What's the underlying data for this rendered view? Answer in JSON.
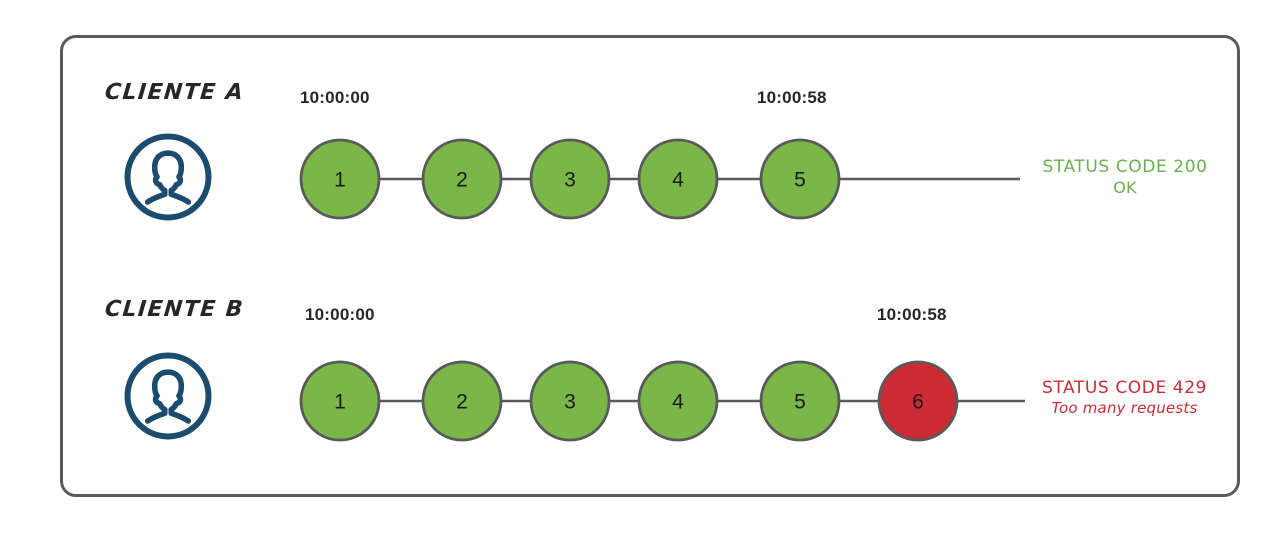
{
  "diagram": {
    "title_hidden": "",
    "colors": {
      "frame_border": "#5a5a5a",
      "node_green": "#7ab648",
      "node_red": "#cc2b35",
      "node_stroke": "#595959",
      "connector": "#595959",
      "avatar": "#1b4c6e",
      "status_ok": "#6ab04c",
      "status_error": "#cc2b35",
      "text_dark": "#262626"
    },
    "rows": [
      {
        "id": "client-a",
        "client_label": "CLIENTE A",
        "avatar_icon": "user-avatar-icon",
        "start_time": "10:00:00",
        "end_time": "10:00:58",
        "nodes": [
          {
            "label": "1",
            "state": "ok"
          },
          {
            "label": "2",
            "state": "ok"
          },
          {
            "label": "3",
            "state": "ok"
          },
          {
            "label": "4",
            "state": "ok"
          },
          {
            "label": "5",
            "state": "ok"
          }
        ],
        "status": {
          "line1": "STATUS CODE 200",
          "line2": "OK",
          "kind": "ok"
        }
      },
      {
        "id": "client-b",
        "client_label": "CLIENTE B",
        "avatar_icon": "user-avatar-icon",
        "start_time": "10:00:00",
        "end_time": "10:00:58",
        "nodes": [
          {
            "label": "1",
            "state": "ok"
          },
          {
            "label": "2",
            "state": "ok"
          },
          {
            "label": "3",
            "state": "ok"
          },
          {
            "label": "4",
            "state": "ok"
          },
          {
            "label": "5",
            "state": "ok"
          },
          {
            "label": "6",
            "state": "error"
          }
        ],
        "status": {
          "line1": "STATUS CODE 429",
          "line2": "Too many requests",
          "kind": "error"
        }
      }
    ]
  }
}
